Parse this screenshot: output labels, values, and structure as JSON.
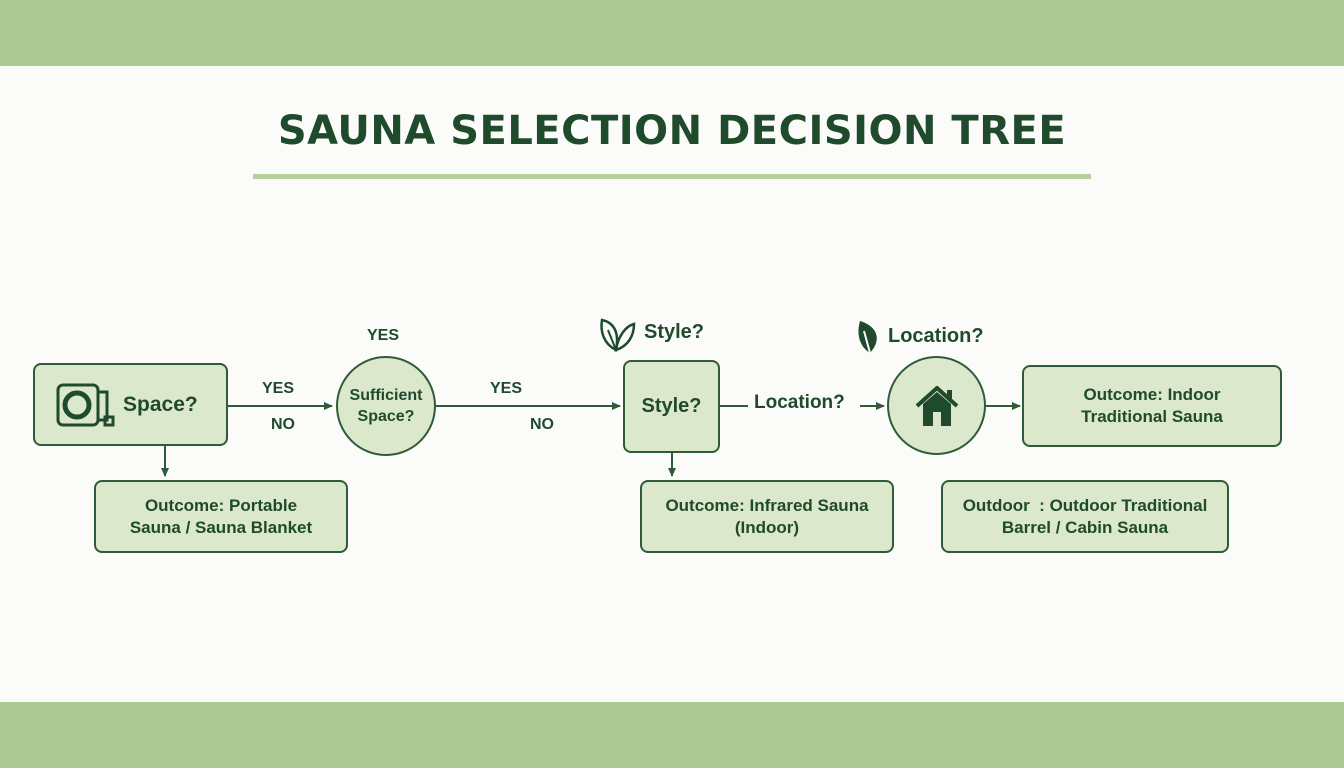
{
  "title": "SAUNA SELECTION DECISION TREE",
  "colors": {
    "band": "#adc795",
    "node_fill": "#dce8cc",
    "node_stroke": "#2f5b3a",
    "text": "#1f4a2c",
    "title_rule": "#b7cf9f"
  },
  "nodes": {
    "space": {
      "label": "Space?",
      "icon": "tape-measure-icon"
    },
    "sufficient": {
      "line1": "Sufficient",
      "line2": "Space?"
    },
    "style": {
      "label": "Style?"
    },
    "location": {
      "icon": "house-icon"
    },
    "outcome_portable": {
      "line1": "Outcome: Portable",
      "line2": "Sauna / Sauna Blanket"
    },
    "outcome_infrared": {
      "line1": "Outcome: Infrared Sauna",
      "line2": "(Indoor)"
    },
    "outcome_indoor": {
      "line1": "Outcome: Indoor",
      "line2": "Traditional Sauna"
    },
    "outcome_outdoor": {
      "line1": "Outdoor  : Outdoor Traditional",
      "line2": "Barrel / Cabin Sauna"
    }
  },
  "edge_labels": {
    "yes_above_circle": "YES",
    "yes_1": "YES",
    "no_1": "NO",
    "yes_2": "YES",
    "no_2": "NO",
    "location_edge": "Location?"
  },
  "headings": {
    "style": {
      "label": "Style?",
      "icon": "leaf-outline-icon"
    },
    "location": {
      "label": "Location?",
      "icon": "leaf-solid-icon"
    }
  }
}
